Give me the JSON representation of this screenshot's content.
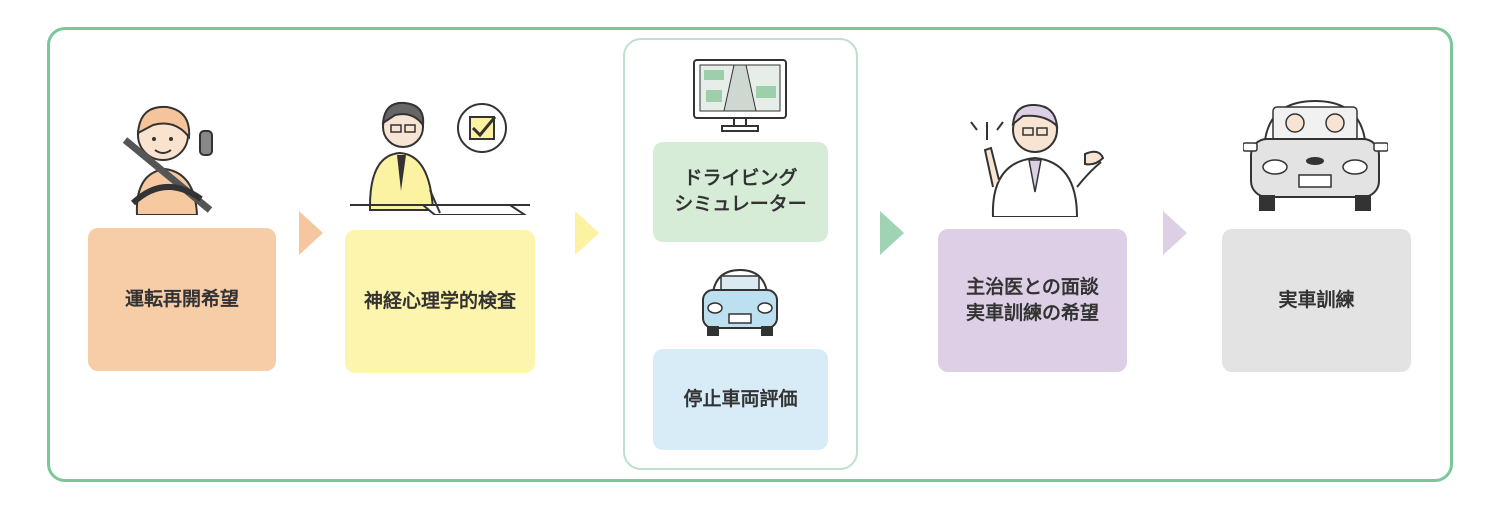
{
  "steps": [
    {
      "label": "運転再開希望",
      "color": "#f7cda8",
      "arrow_color": "#f6c79f",
      "icon": "woman-driving-icon"
    },
    {
      "label": "神経心理学的検査",
      "color": "#fdf5ad",
      "arrow_color": "#fdf1a2",
      "icon": "doctor-writing-test-icon"
    },
    {
      "label": "ドライビング\nシミュレーター",
      "color": "#d6ecd7",
      "icon": "driving-monitor-icon"
    },
    {
      "label": "停止車両評価",
      "color": "#d8ecf8",
      "icon": "parked-car-icon"
    },
    {
      "label": "主治医との面談\n実車訓練の希望",
      "color": "#ddd0e6",
      "arrow_color": "#9fd3b4",
      "icon": "doctor-explaining-icon"
    },
    {
      "label": "実車訓練",
      "color": "#e3e3e3",
      "arrow_color": "#ddd0e6",
      "icon": "car-with-passengers-icon"
    }
  ],
  "colors": {
    "frame": "#7cc79a",
    "inner_frame": "#bfe0cc"
  }
}
